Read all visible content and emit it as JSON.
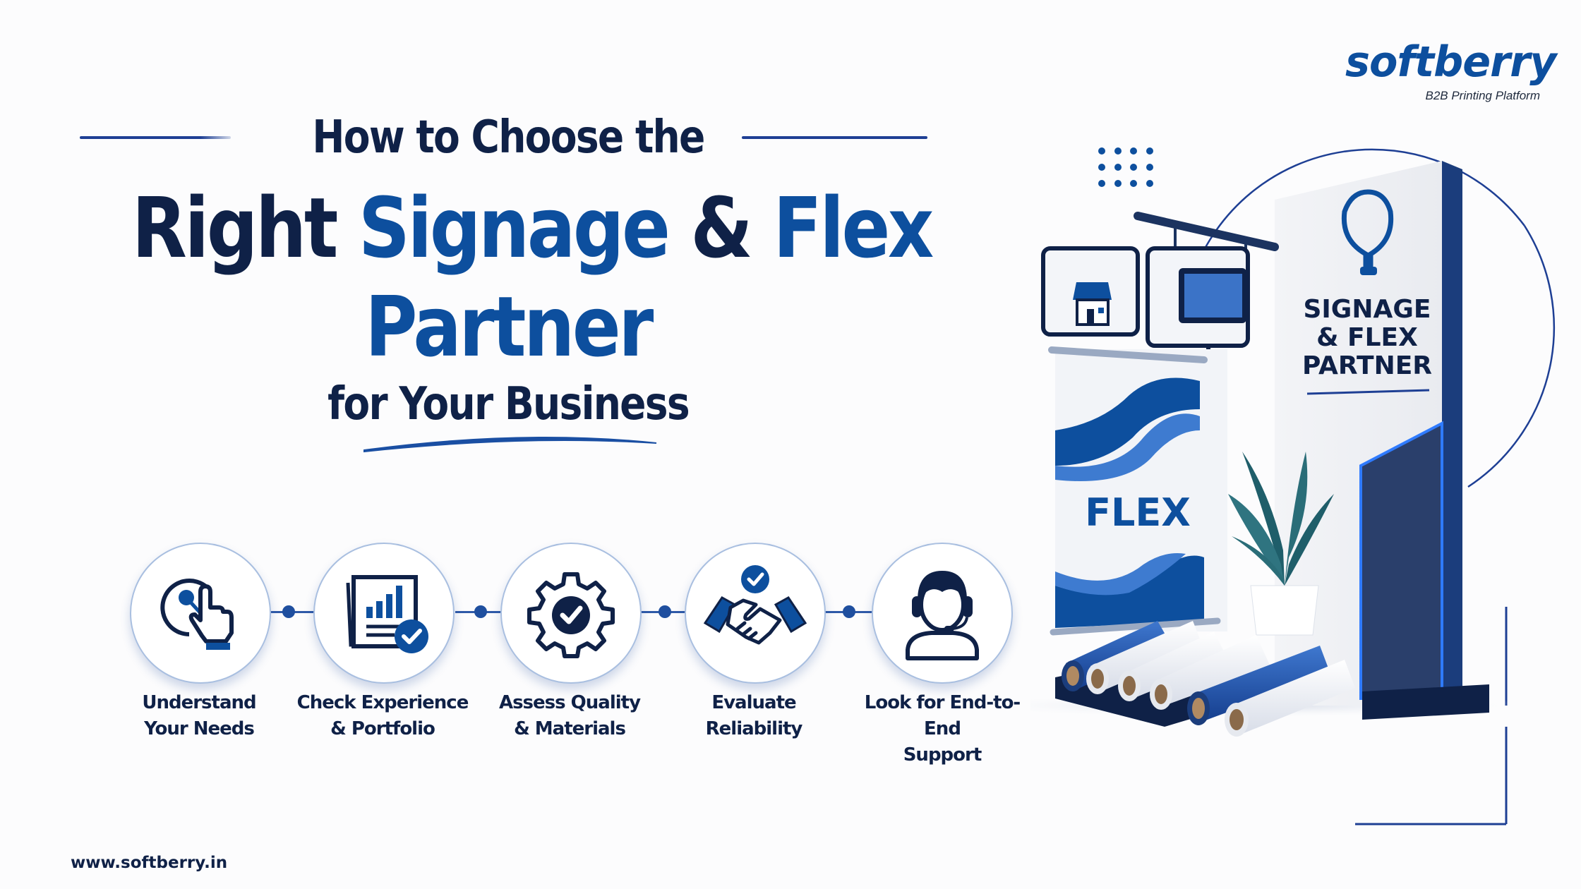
{
  "brand": {
    "name": "softberry",
    "tagline": "B2B Printing Platform"
  },
  "title": {
    "line1": "How to Choose the",
    "line2_part1": "Right",
    "line2_part2": "Signage",
    "line2_part3": "&",
    "line2_part4": "Flex",
    "line3": "Partner",
    "line4": "for Your Business"
  },
  "steps": [
    {
      "icon": "hand-pointer-target-icon",
      "label_line1": "Understand",
      "label_line2": "Your Needs"
    },
    {
      "icon": "report-check-icon",
      "label_line1": "Check Experience",
      "label_line2": "& Portfolio"
    },
    {
      "icon": "gear-check-icon",
      "label_line1": "Assess Quality",
      "label_line2": "& Materials"
    },
    {
      "icon": "handshake-check-icon",
      "label_line1": "Evaluate",
      "label_line2": "Reliability"
    },
    {
      "icon": "headset-support-icon",
      "label_line1": "Look for End-to-End",
      "label_line2": "Support"
    }
  ],
  "illustration": {
    "pillar_text_line1": "SIGNAGE",
    "pillar_text_line2": "& FLEX",
    "pillar_text_line3": "PARTNER",
    "banner_text": "FLEX"
  },
  "footer": {
    "url": "www.softberry.in"
  },
  "colors": {
    "navy": "#0f2147",
    "brand_blue": "#0d4f9e",
    "accent_line": "#1e3f94",
    "background": "#fcfcfd"
  }
}
